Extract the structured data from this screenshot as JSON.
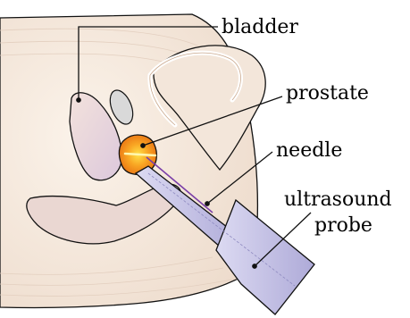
{
  "labels": {
    "bladder": "bladder",
    "prostate": "prostate",
    "needle": "needle",
    "ultrasound": "ultrasound",
    "probe": "probe"
  },
  "colors": {
    "tissue": "#f6ece2",
    "tissue_ring": "#e0cbbc",
    "organ_fill": "#ead6d6",
    "prostate_outer": "#f28a1e",
    "prostate_inner": "#fdd835",
    "probe_fill": "#c8c6e6",
    "needle": "#7b3fa8",
    "outline": "#111111"
  }
}
